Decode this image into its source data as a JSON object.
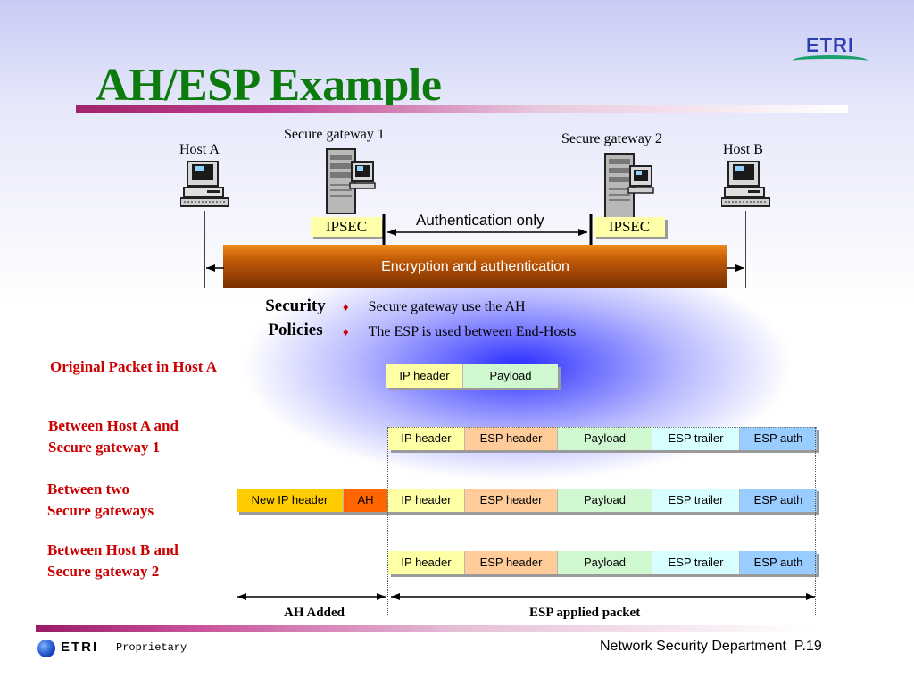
{
  "slide": {
    "title": "AH/ESP Example"
  },
  "logo": {
    "text": "ETRI"
  },
  "network": {
    "host_a": "Host A",
    "host_b": "Host B",
    "gateway_1": "Secure gateway 1",
    "gateway_2": "Secure gateway 2",
    "ipsec_left": "IPSEC",
    "ipsec_right": "IPSEC",
    "auth_only": "Authentication only",
    "encryption_bar": "Encryption and authentication"
  },
  "security": {
    "title_line1": "Security",
    "title_line2": "Policies",
    "bullets": [
      "Secure gateway use the AH",
      "The ESP is used between End-Hosts"
    ]
  },
  "packets": {
    "original_label": "Original Packet in Host A",
    "original_fields": [
      "IP header",
      "Payload"
    ],
    "row1_label_line1": "Between Host A and",
    "row1_label_line2": "Secure gateway 1",
    "row2_label_line1": "Between two",
    "row2_label_line2": "Secure gateways",
    "row3_label_line1": "Between Host B and",
    "row3_label_line2": "Secure gateway 2",
    "esp_fields": [
      "IP header",
      "ESP header",
      "Payload",
      "ESP trailer",
      "ESP auth"
    ],
    "ah_fields": [
      "New IP header",
      "AH"
    ],
    "ah_added": "AH Added",
    "esp_applied": "ESP applied packet"
  },
  "footer": {
    "logo_name": "ETRI",
    "proprietary": "Proprietary",
    "department": "Network Security Department",
    "page": "P.19"
  },
  "colors": {
    "title": "#0d7a0d",
    "label_red": "#cc0000",
    "ip_header": "#ffffa6",
    "esp_header": "#ffcc99",
    "payload": "#d0f8d0",
    "esp_trailer": "#d8ffff",
    "esp_auth": "#99ccff",
    "new_ip_header": "#ffcc00",
    "ah": "#ff6600"
  }
}
